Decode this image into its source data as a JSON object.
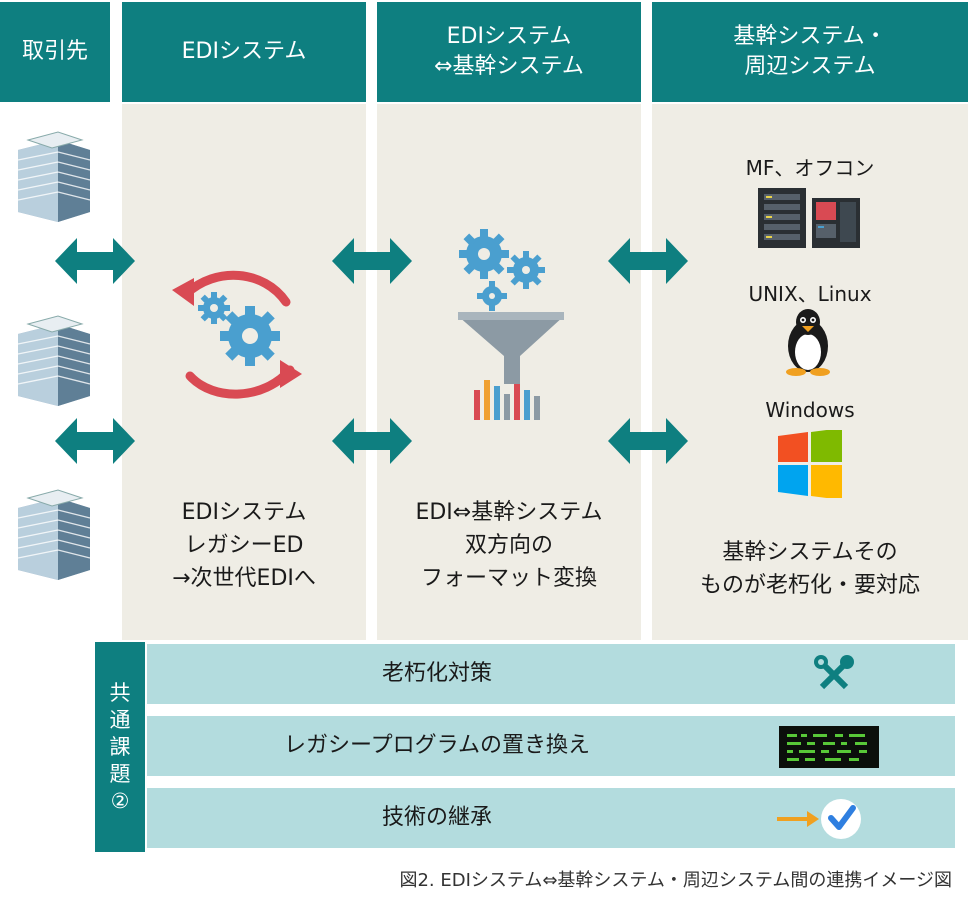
{
  "headers": {
    "partner": "取引先",
    "edi": "EDIシステム",
    "edi_core_line1": "EDIシステム",
    "edi_core_line2": "⇔基幹システム",
    "core_line1": "基幹システム・",
    "core_line2": "周辺システム"
  },
  "edi_caption": [
    "EDIシステム",
    "レガシーED",
    "→次世代EDIへ"
  ],
  "conv_caption": [
    "EDI⇔基幹システム",
    "双方向の",
    "フォーマット変換"
  ],
  "core_caption": [
    "基幹システムその",
    "ものが老朽化・要対応"
  ],
  "platforms": [
    "MF、オフコン",
    "UNIX、Linux",
    "Windows"
  ],
  "common_label": [
    "共",
    "通",
    "課",
    "題",
    "②"
  ],
  "common_items": [
    "老朽化対策",
    "レガシープログラムの置き換え",
    "技術の継承"
  ],
  "footer": "図2. EDIシステム⇔基幹システム・周辺システム間の連携イメージ図",
  "colors": {
    "teal": "#0e7f80",
    "panel": "#efede5",
    "band": "#b3dcde",
    "red": "#d94a53",
    "gear": "#4a9fcf"
  },
  "icons": [
    "building-icon",
    "bidirectional-arrow-icon",
    "refresh-gears-icon",
    "funnel-gears-icon",
    "mainframe-icon",
    "penguin-icon",
    "windows-logo-icon",
    "tools-icon",
    "terminal-icon",
    "arrow-check-icon"
  ]
}
